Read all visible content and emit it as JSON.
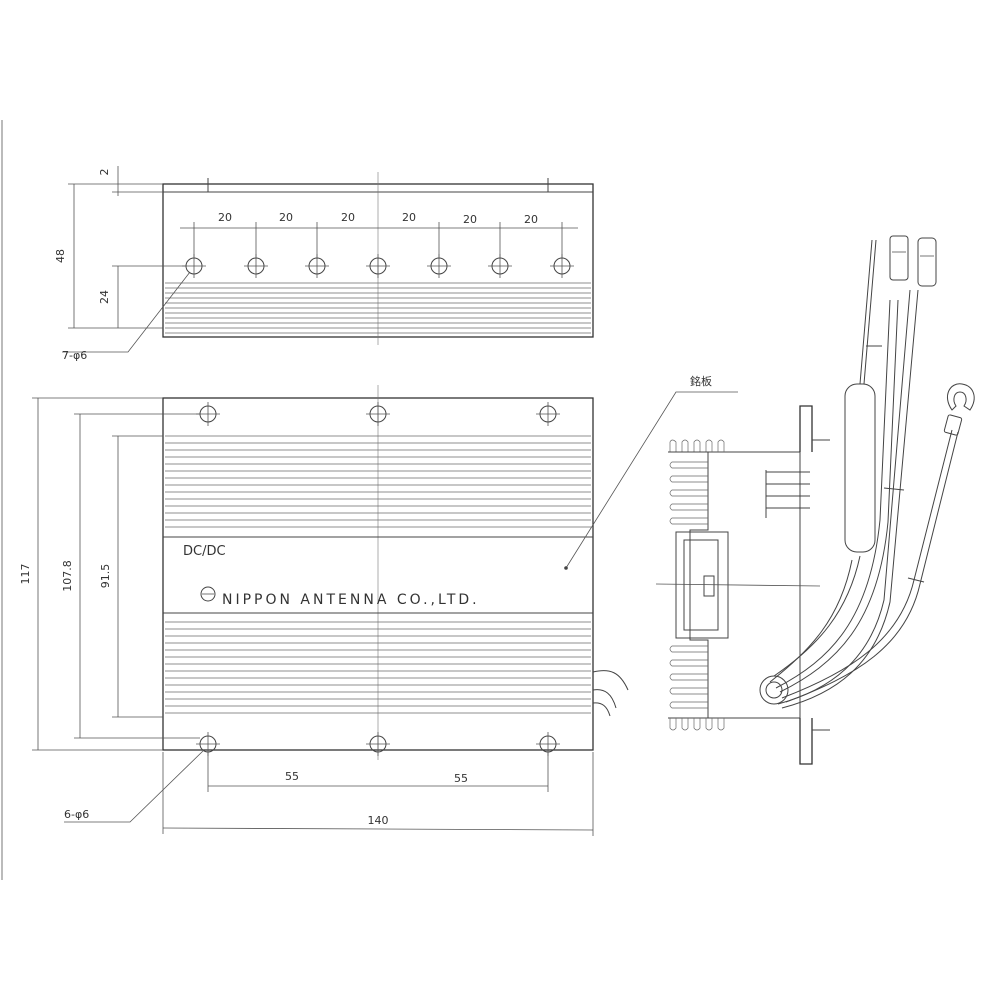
{
  "top_view": {
    "dim_height_total": "48",
    "dim_top_gap": "2",
    "dim_hole_height": "24",
    "dim_pitches": [
      "20",
      "20",
      "20",
      "20",
      "20",
      "20"
    ],
    "holes_label": "7-φ6"
  },
  "front_view": {
    "dim_height_outer": "117",
    "dim_height_mid": "107.8",
    "dim_height_inner": "91.5",
    "dim_spacing_left": "55",
    "dim_spacing_right": "55",
    "dim_width": "140",
    "holes_label": "6-φ6",
    "model_label": "DC/DC",
    "brand_label": "NIPPON ANTENNA CO.,LTD."
  },
  "side_view": {
    "nameplate_label": "銘板"
  },
  "colors": {
    "line": "#444444",
    "text": "#333333",
    "background": "#ffffff"
  }
}
